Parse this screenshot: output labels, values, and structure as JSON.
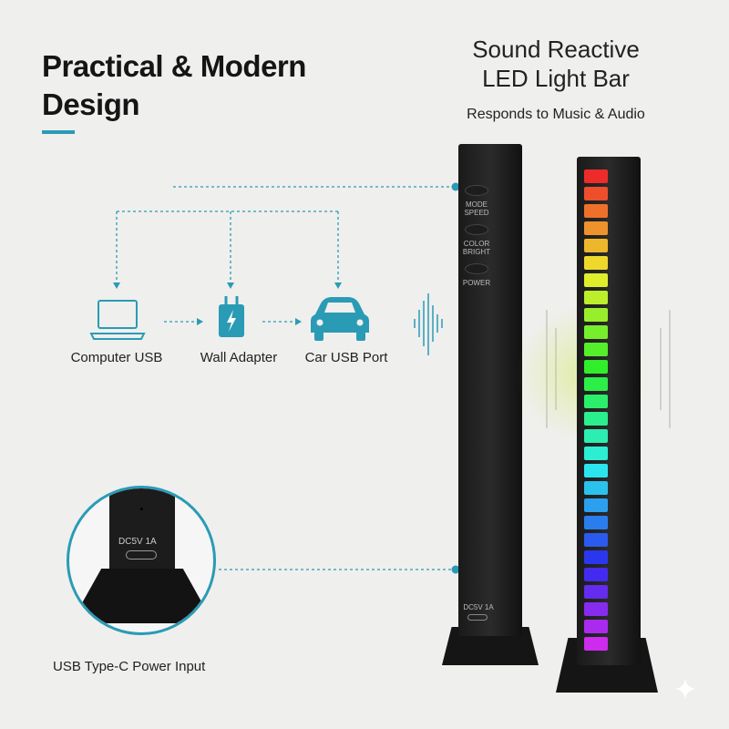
{
  "heading": {
    "line1": "Practical & Modern",
    "line2": "Design"
  },
  "product": {
    "title_line1": "Sound Reactive",
    "title_line2": "LED Light Bar",
    "subtitle": "Responds to Music & Audio"
  },
  "power_sources": [
    {
      "label": "Computer USB",
      "icon": "laptop-icon"
    },
    {
      "label": "Wall Adapter",
      "icon": "power-adapter-icon"
    },
    {
      "label": "Car USB Port",
      "icon": "car-icon"
    }
  ],
  "buttons": [
    {
      "label_1": "MODE",
      "label_2": "SPEED"
    },
    {
      "label_1": "COLOR",
      "label_2": "BRIGHT"
    },
    {
      "label_1": "POWER"
    }
  ],
  "port": {
    "rating": "DC5V 1A",
    "caption": "USB Type-C Power Input"
  },
  "colors": {
    "accent": "#2a9bb5",
    "bar": "#1a1a1a"
  },
  "led_rows": 28
}
